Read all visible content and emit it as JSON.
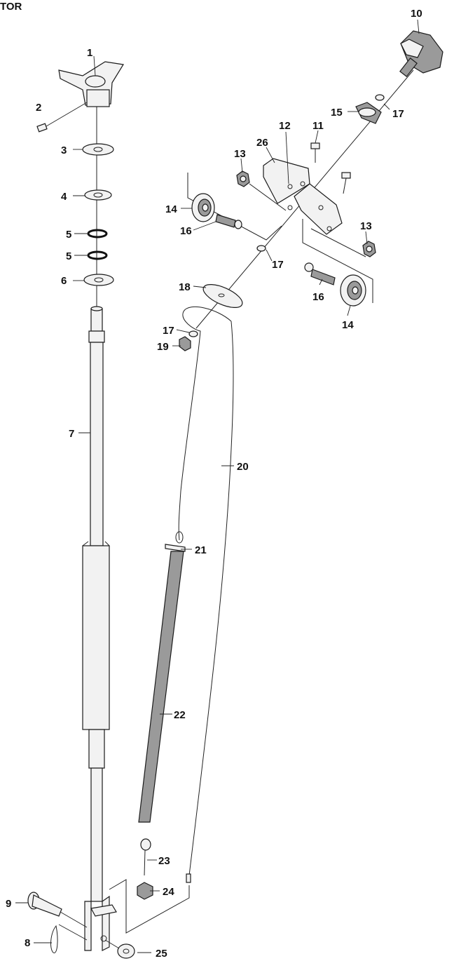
{
  "title": "TOR",
  "labels": [
    {
      "id": "1",
      "text": "1"
    },
    {
      "id": "2",
      "text": "2"
    },
    {
      "id": "3",
      "text": "3"
    },
    {
      "id": "4",
      "text": "4"
    },
    {
      "id": "5a",
      "text": "5"
    },
    {
      "id": "5b",
      "text": "5"
    },
    {
      "id": "6",
      "text": "6"
    },
    {
      "id": "7",
      "text": "7"
    },
    {
      "id": "8",
      "text": "8"
    },
    {
      "id": "9",
      "text": "9"
    },
    {
      "id": "10",
      "text": "10"
    },
    {
      "id": "11",
      "text": "11"
    },
    {
      "id": "12",
      "text": "12"
    },
    {
      "id": "13a",
      "text": "13"
    },
    {
      "id": "13b",
      "text": "13"
    },
    {
      "id": "14a",
      "text": "14"
    },
    {
      "id": "14b",
      "text": "14"
    },
    {
      "id": "15",
      "text": "15"
    },
    {
      "id": "16a",
      "text": "16"
    },
    {
      "id": "16b",
      "text": "16"
    },
    {
      "id": "17a",
      "text": "17"
    },
    {
      "id": "17b",
      "text": "17"
    },
    {
      "id": "17c",
      "text": "17"
    },
    {
      "id": "18",
      "text": "18"
    },
    {
      "id": "19",
      "text": "19"
    },
    {
      "id": "20",
      "text": "20"
    },
    {
      "id": "21",
      "text": "21"
    },
    {
      "id": "22",
      "text": "22"
    },
    {
      "id": "23",
      "text": "23"
    },
    {
      "id": "24",
      "text": "24"
    },
    {
      "id": "25",
      "text": "25"
    },
    {
      "id": "26",
      "text": "26"
    }
  ]
}
